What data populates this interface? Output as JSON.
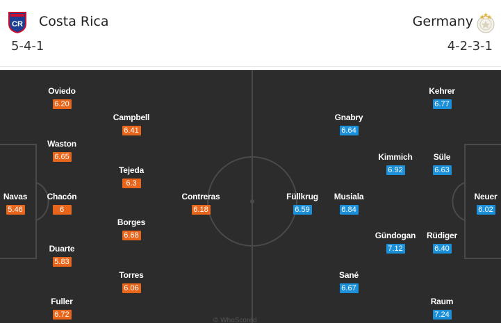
{
  "home": {
    "name": "Costa Rica",
    "formation": "5-4-1",
    "crest_letters": "CR",
    "players": [
      {
        "name": "Navas",
        "rating": "5.46"
      },
      {
        "name": "Oviedo",
        "rating": "6.20"
      },
      {
        "name": "Waston",
        "rating": "6.65"
      },
      {
        "name": "Chacón",
        "rating": "6"
      },
      {
        "name": "Duarte",
        "rating": "5.83"
      },
      {
        "name": "Fuller",
        "rating": "6.72"
      },
      {
        "name": "Campbell",
        "rating": "6.41"
      },
      {
        "name": "Tejeda",
        "rating": "6.3"
      },
      {
        "name": "Borges",
        "rating": "6.68"
      },
      {
        "name": "Torres",
        "rating": "6.06"
      },
      {
        "name": "Contreras",
        "rating": "6.18"
      }
    ],
    "rating_color": "#e8661b"
  },
  "away": {
    "name": "Germany",
    "formation": "4-2-3-1",
    "players": [
      {
        "name": "Neuer",
        "rating": "6.02"
      },
      {
        "name": "Kehrer",
        "rating": "6.77"
      },
      {
        "name": "Süle",
        "rating": "6.63"
      },
      {
        "name": "Rüdiger",
        "rating": "6.40"
      },
      {
        "name": "Raum",
        "rating": "7.24"
      },
      {
        "name": "Kimmich",
        "rating": "6.92"
      },
      {
        "name": "Gündogan",
        "rating": "7.12"
      },
      {
        "name": "Gnabry",
        "rating": "6.64"
      },
      {
        "name": "Musiala",
        "rating": "6.84"
      },
      {
        "name": "Sané",
        "rating": "6.67"
      },
      {
        "name": "Füllkrug",
        "rating": "6.59"
      }
    ],
    "rating_color": "#1c8fd9"
  },
  "pitch": {
    "background": "#2c2c2c",
    "watermark": "© WhoScored"
  }
}
